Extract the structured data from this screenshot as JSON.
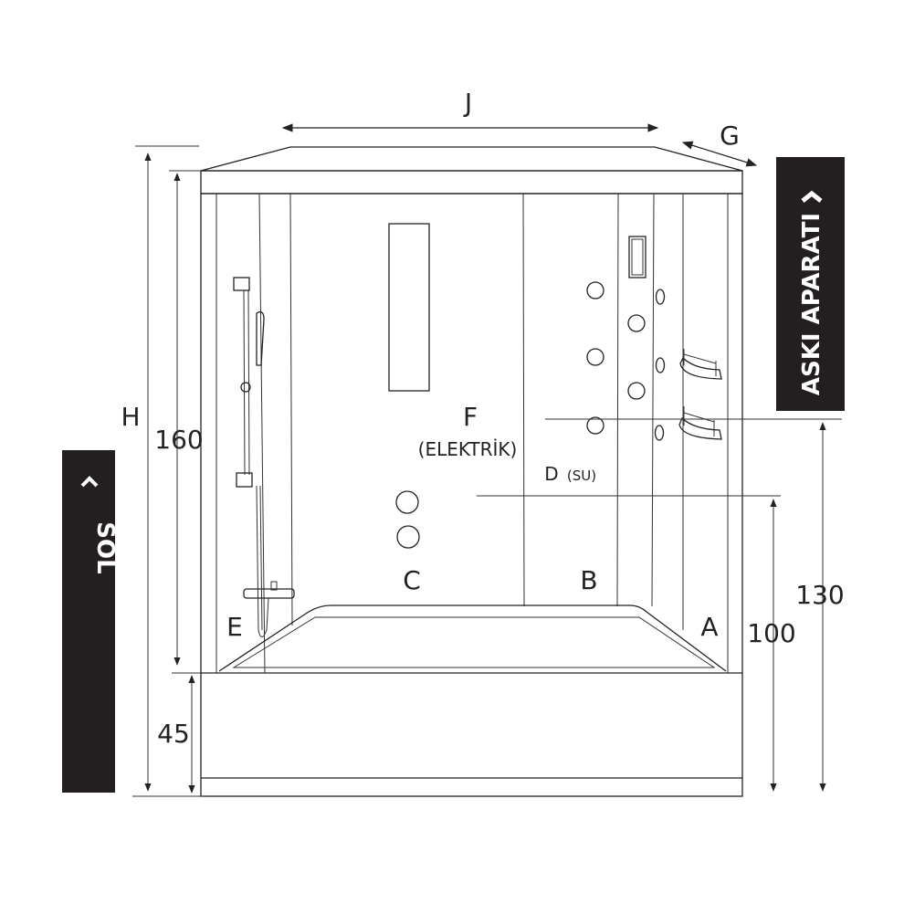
{
  "dimensions": {
    "width_label": "J",
    "depth_label": "G",
    "height_label": "H",
    "cabin_height": "160",
    "tub_height": "45",
    "water_height": "100",
    "electric_height": "130"
  },
  "points": {
    "a": "A",
    "b": "B",
    "c": "C",
    "d": "D",
    "d_note": "(SU)",
    "e": "E",
    "f": "F",
    "f_note": "(ELEKTRİK)"
  },
  "tags": {
    "left": "SOL",
    "hanger": "ASKI APARATI"
  },
  "colors": {
    "line": "#222222",
    "tag_bg": "#231f20",
    "tag_text": "#ffffff"
  }
}
